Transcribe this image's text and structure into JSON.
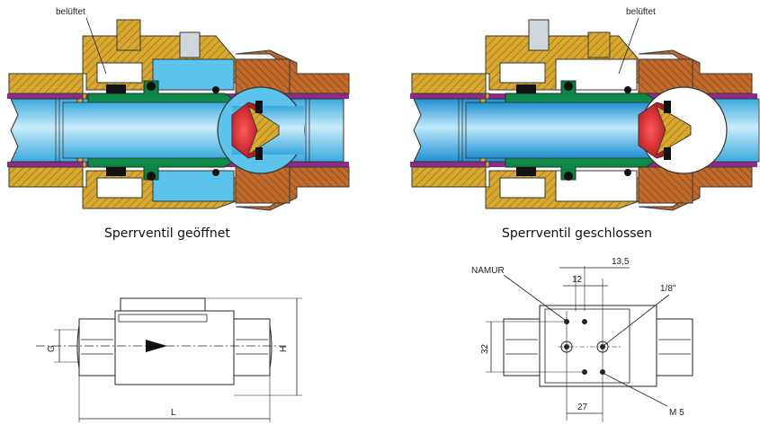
{
  "diagram": {
    "captions": {
      "open": "Sperrventil geöffnet",
      "closed": "Sperrventil geschlossen"
    },
    "labels": {
      "vent_left": "belüftet",
      "vent_right": "belüftet",
      "namur": "NAMUR",
      "thread_port": "1/8\"",
      "thread_m5": "M 5"
    },
    "dimensions": {
      "left_view": {
        "g": "G",
        "h": "H",
        "l": "L"
      },
      "right_view": {
        "d135": "13,5",
        "d12": "12",
        "d32": "32",
        "d27": "27"
      }
    },
    "colors": {
      "brass": "#d8a92e",
      "copper": "#b9622a",
      "green": "#0c8a49",
      "water": "#5cc3ec",
      "pipe": "#5fc6ee",
      "magenta": "#8e2a8a",
      "red": "#d81e2a",
      "outline": "#333333"
    }
  }
}
